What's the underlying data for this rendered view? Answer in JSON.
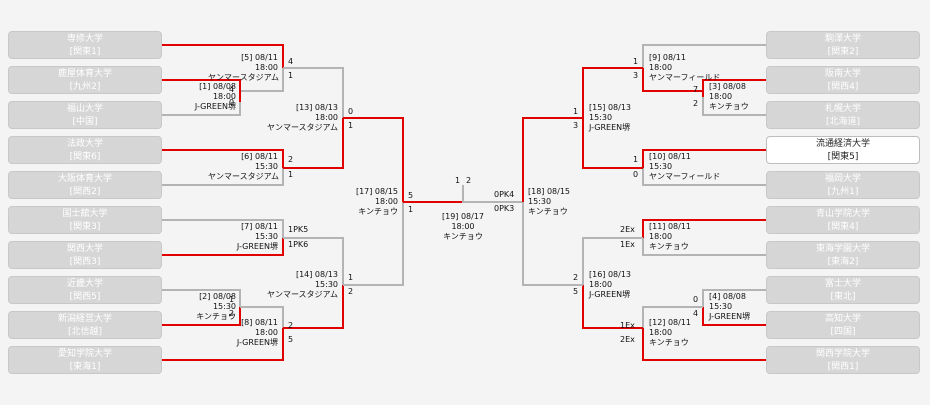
{
  "teams_left": [
    {
      "name": "専修大学",
      "region": "[関東1]",
      "active": false
    },
    {
      "name": "鹿屋体育大学",
      "region": "[九州2]",
      "active": false
    },
    {
      "name": "福山大学",
      "region": "[中国]",
      "active": false
    },
    {
      "name": "法政大学",
      "region": "[関東6]",
      "active": false
    },
    {
      "name": "大阪体育大学",
      "region": "[関西2]",
      "active": false
    },
    {
      "name": "国士舘大学",
      "region": "[関東3]",
      "active": false
    },
    {
      "name": "関西大学",
      "region": "[関西3]",
      "active": false
    },
    {
      "name": "近畿大学",
      "region": "[関西5]",
      "active": false
    },
    {
      "name": "新潟経営大学",
      "region": "[北信越]",
      "active": false
    },
    {
      "name": "愛知学院大学",
      "region": "[東海1]",
      "active": false
    }
  ],
  "teams_right": [
    {
      "name": "駒澤大学",
      "region": "[関東2]",
      "active": false
    },
    {
      "name": "阪南大学",
      "region": "[関西4]",
      "active": false
    },
    {
      "name": "札幌大学",
      "region": "[北海道]",
      "active": false
    },
    {
      "name": "流通経済大学",
      "region": "[関東5]",
      "active": true
    },
    {
      "name": "福岡大学",
      "region": "[九州1]",
      "active": false
    },
    {
      "name": "青山学院大学",
      "region": "[関東4]",
      "active": false
    },
    {
      "name": "東海学園大学",
      "region": "[東海2]",
      "active": false
    },
    {
      "name": "富士大学",
      "region": "[東北]",
      "active": false
    },
    {
      "name": "高知大学",
      "region": "[四国]",
      "active": false
    },
    {
      "name": "関西学院大学",
      "region": "[関西1]",
      "active": false
    }
  ],
  "matches": {
    "m1": {
      "line1": "[1] 08/08",
      "line2": "18:00",
      "line3": "J-GREEN堺"
    },
    "m2": {
      "line1": "[2] 08/08",
      "line2": "15:30",
      "line3": "キンチョウ"
    },
    "m3": {
      "line1": "[3] 08/08",
      "line2": "18:00",
      "line3": "キンチョウ"
    },
    "m4": {
      "line1": "[4] 08/08",
      "line2": "15:30",
      "line3": "J-GREEN堺"
    },
    "m5": {
      "line1": "[5] 08/11",
      "line2": "18:00",
      "line3": "ヤンマースタジアム"
    },
    "m6": {
      "line1": "[6] 08/11",
      "line2": "15:30",
      "line3": "ヤンマースタジアム"
    },
    "m7": {
      "line1": "[7] 08/11",
      "line2": "15:30",
      "line3": "J-GREEN堺"
    },
    "m8": {
      "line1": "[8] 08/11",
      "line2": "18:00",
      "line3": "J-GREEN堺"
    },
    "m9": {
      "line1": "[9] 08/11",
      "line2": "18:00",
      "line3": "ヤンマーフィールド"
    },
    "m10": {
      "line1": "[10] 08/11",
      "line2": "15:30",
      "line3": "ヤンマーフィールド"
    },
    "m11": {
      "line1": "[11] 08/11",
      "line2": "18:00",
      "line3": "キンチョウ"
    },
    "m12": {
      "line1": "[12] 08/11",
      "line2": "18:00",
      "line3": "キンチョウ"
    },
    "m13": {
      "line1": "[13] 08/13",
      "line2": "18:00",
      "line3": "ヤンマースタジアム"
    },
    "m14": {
      "line1": "[14] 08/13",
      "line2": "15:30",
      "line3": "ヤンマースタジアム"
    },
    "m15": {
      "line1": "[15] 08/13",
      "line2": "15:30",
      "line3": "J-GREEN堺"
    },
    "m16": {
      "line1": "[16] 08/13",
      "line2": "18:00",
      "line3": "J-GREEN堺"
    },
    "m17": {
      "line1": "[17] 08/15",
      "line2": "18:00",
      "line3": "キンチョウ"
    },
    "m18": {
      "line1": "[18] 08/15",
      "line2": "15:30",
      "line3": "キンチョウ"
    },
    "m19": {
      "line1": "[19] 08/17",
      "line2": "18:00",
      "line3": "キンチョウ"
    }
  },
  "scores": {
    "m5_a": "4",
    "m5_b": "1",
    "m1_a": "4",
    "m1_b": "0",
    "m6_a": "2",
    "m6_b": "1",
    "m7_a": "1PK5",
    "m7_b": "1PK6",
    "m2_a": "1",
    "m2_b": "2",
    "m8_a": "2",
    "m8_b": "5",
    "m13_a": "0",
    "m13_b": "1",
    "m14_a": "1",
    "m14_b": "2",
    "m17_a": "5",
    "m17_b": "1",
    "m19_a": "1",
    "m19_b": "2",
    "m18_a": "0PK4",
    "m18_b": "0PK3",
    "m9_a": "1",
    "m9_b": "3",
    "m3_a": "7",
    "m3_b": "2",
    "m10_a": "1",
    "m10_b": "0",
    "m15_a": "1",
    "m15_b": "3",
    "m11_a": "2Ex",
    "m11_b": "1Ex",
    "m4_a": "0",
    "m4_b": "4",
    "m12_a": "1Ex",
    "m12_b": "2Ex",
    "m16_a": "2",
    "m16_b": "5"
  },
  "colors": {
    "win": "#e00000",
    "lose": "#b4b4b4",
    "team_bg": "#d6d6d6",
    "active_bg": "#ffffff"
  }
}
